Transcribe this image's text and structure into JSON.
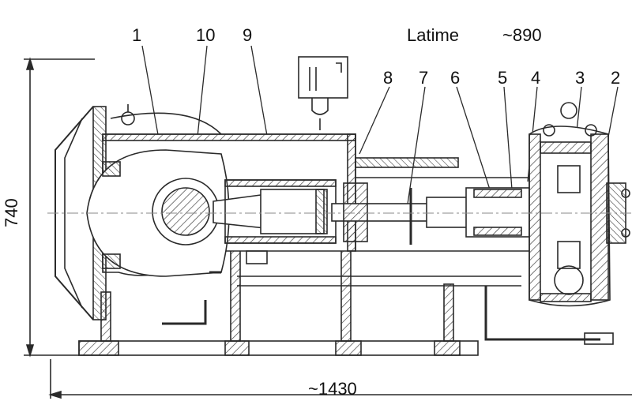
{
  "callouts": [
    "1",
    "10",
    "9",
    "8",
    "7",
    "6",
    "5",
    "4",
    "3",
    "2"
  ],
  "width_label": "Latime",
  "width_value": "~890",
  "height_dim": "740",
  "length_dim": "~1430",
  "colors": {
    "line": "#2a2a2a",
    "hatch": "#555555",
    "paper": "#ffffff"
  }
}
